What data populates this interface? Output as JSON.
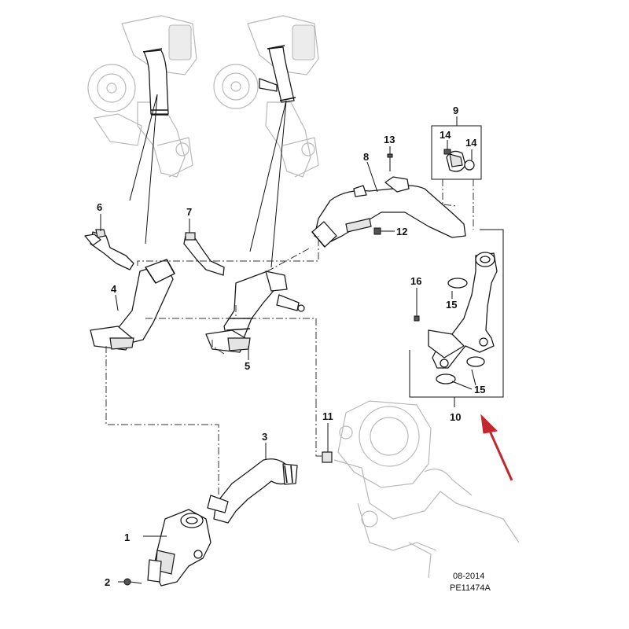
{
  "callouts": {
    "c1": "1",
    "c2": "2",
    "c3": "3",
    "c4": "4",
    "c5": "5",
    "c6": "6",
    "c7": "7",
    "c8": "8",
    "c9": "9",
    "c10": "10",
    "c11": "11",
    "c12": "12",
    "c13": "13",
    "c14a": "14",
    "c14b": "14",
    "c15a": "15",
    "c15b": "15",
    "c16": "16"
  },
  "reference": {
    "date": "08-2014",
    "code": "PE11474A"
  },
  "colors": {
    "arrow": "#c0282d",
    "line": "#1a1a1a",
    "faded": "#b9b9b9"
  }
}
